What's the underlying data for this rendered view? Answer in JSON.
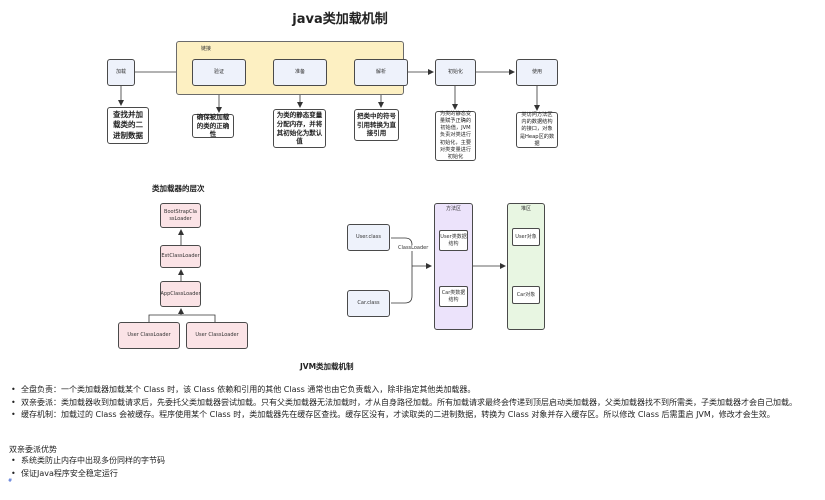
{
  "title": "java类加载机制",
  "process": {
    "link_label": "链接",
    "steps": [
      {
        "label": "加载",
        "desc": "查找并加载类的二进制数据"
      },
      {
        "label": "验证",
        "desc": "确保被加载的类的正确性"
      },
      {
        "label": "准备",
        "desc": "为类的静态变量分配内存，并将其初始化为默认值"
      },
      {
        "label": "解析",
        "desc": "把类中的符号引用转换为直接引用"
      },
      {
        "label": "初始化",
        "desc": "为类的静态变量赋予正确的初始值，JVM负责对类进行初始化，主要对类变量进行初始化"
      },
      {
        "label": "使用",
        "desc": "类访问方法区内的数据结构的接口，对象是Heap区的数据"
      }
    ]
  },
  "hierarchy": {
    "title": "类加载器的层次",
    "loaders": [
      {
        "label": "BootStrapClassLoader"
      },
      {
        "label": "ExtClassLoader"
      },
      {
        "label": "AppClassLoader"
      },
      {
        "label": "User ClassLoader"
      },
      {
        "label": "User ClassLoader"
      }
    ]
  },
  "jvm": {
    "caption": "JVM类加载机制",
    "class_files": [
      "User.class",
      "Car.class"
    ],
    "loader_label": "ClassLoader",
    "method_area": {
      "title": "方法区",
      "items": [
        "User类数据结构",
        "Car类数据结构"
      ]
    },
    "heap": {
      "title": "堆区",
      "items": [
        "User对象",
        "Car对象"
      ]
    }
  },
  "notes": [
    "全盘负责：一个类加载器加载某个 Class 时，该 Class 依赖和引用的其他 Class 通常也由它负责载入，除非指定其他类加载器。",
    "双亲委派：类加载器收到加载请求后，先委托父类加载器尝试加载。只有父类加载器无法加载时，才从自身路径加载。所有加载请求最终会传递到顶层启动类加载器，父类加载器找不到所需类，子类加载器才会自己加载。",
    "缓存机制：加载过的 Class 会被缓存。程序使用某个 Class 时，类加载器先在缓存区查找。缓存区没有，才读取类的二进制数据，转换为 Class 对象并存入缓存区。所以修改 Class 后需重启 JVM，修改才会生效。"
  ],
  "advantages": {
    "title": "双亲委派优势",
    "items": [
      "系统类防止内存中出现多份同样的字节码",
      "保证Java程序安全稳定运行"
    ]
  },
  "footer_mark": "#"
}
